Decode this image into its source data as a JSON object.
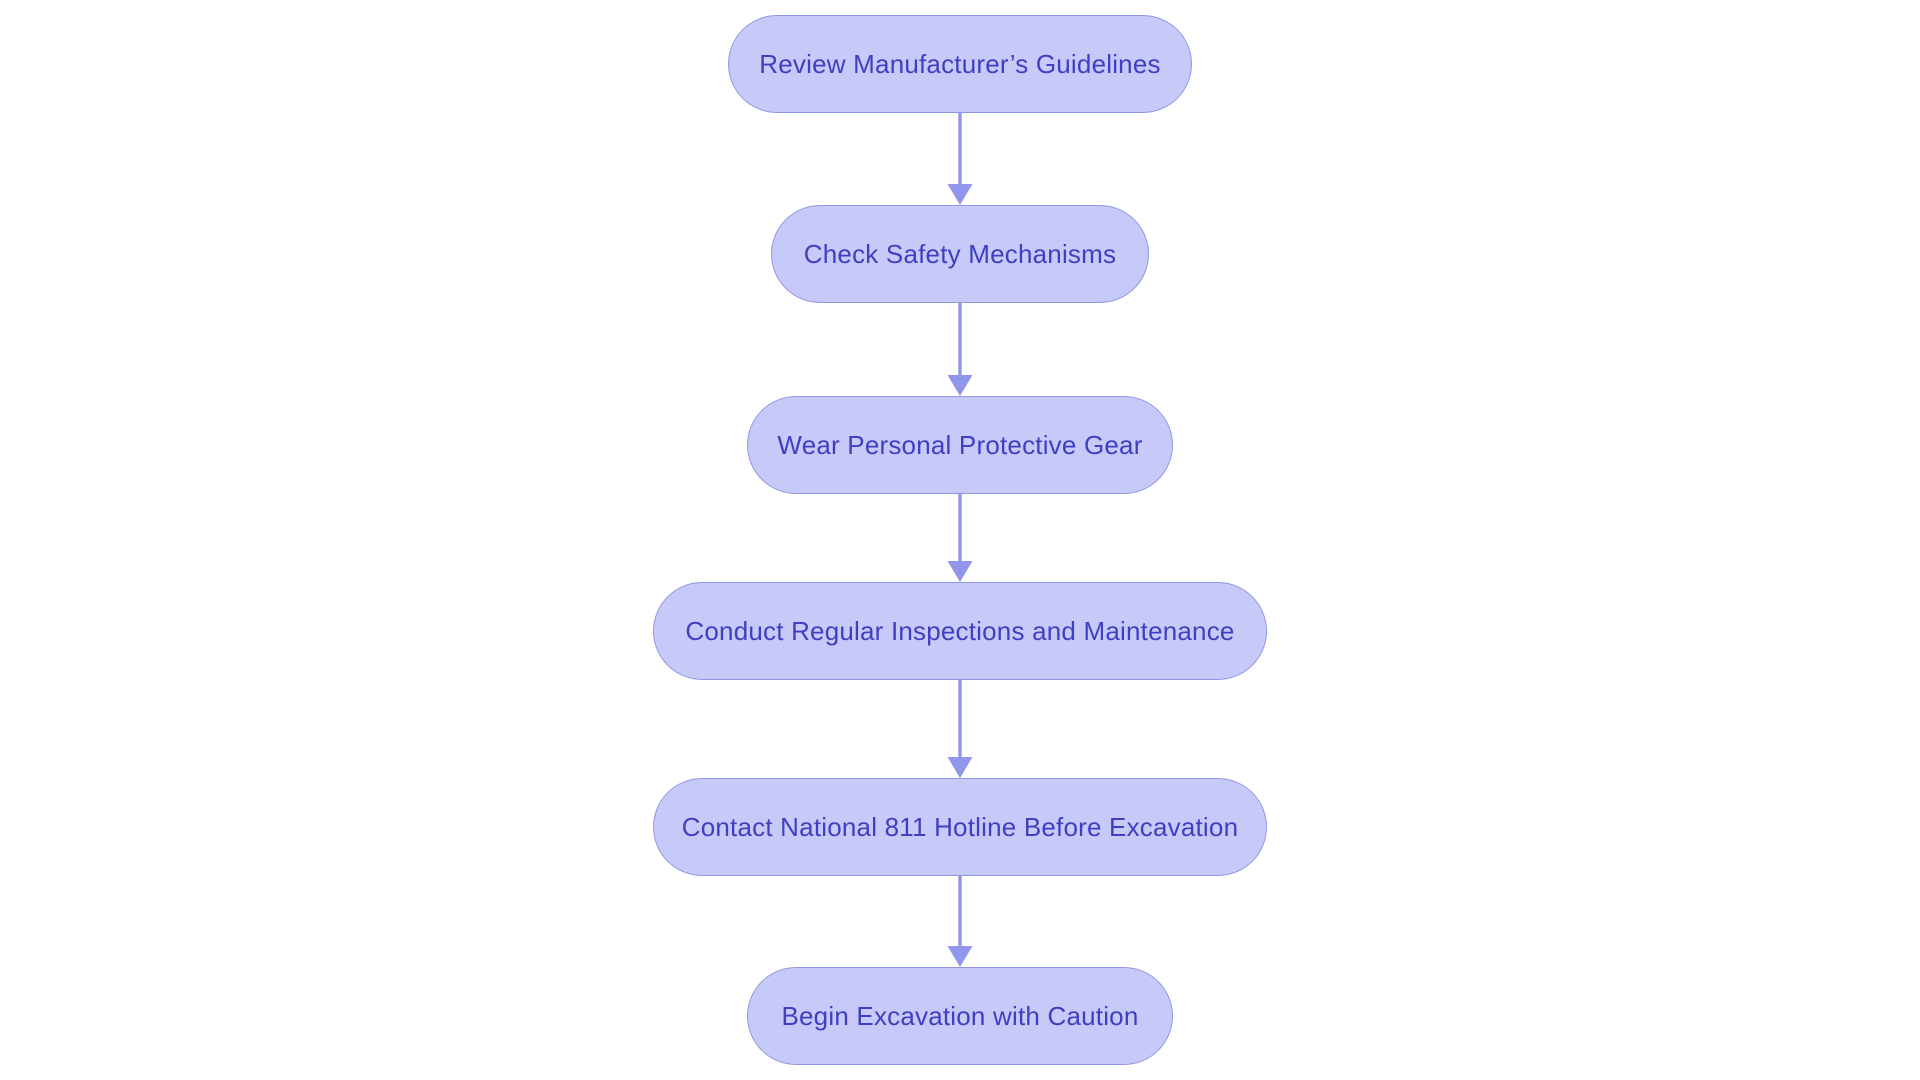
{
  "diagram": {
    "type": "flowchart",
    "direction": "top-down",
    "background": "#ffffff",
    "colors": {
      "canvas_bg": "#ffffff",
      "node_fill": "#c7c9f8",
      "node_border": "#9198e2",
      "node_text": "#3f3fc1",
      "arrow": "#8f96ec"
    },
    "nodes": [
      {
        "id": "n1",
        "label": "Review Manufacturer’s Guidelines"
      },
      {
        "id": "n2",
        "label": "Check Safety Mechanisms"
      },
      {
        "id": "n3",
        "label": "Wear Personal Protective Gear"
      },
      {
        "id": "n4",
        "label": "Conduct Regular Inspections and Maintenance"
      },
      {
        "id": "n5",
        "label": "Contact National 811 Hotline Before Excavation"
      },
      {
        "id": "n6",
        "label": "Begin Excavation with Caution"
      }
    ],
    "connections": [
      {
        "from": "n1",
        "to": "n2"
      },
      {
        "from": "n2",
        "to": "n3"
      },
      {
        "from": "n3",
        "to": "n4"
      },
      {
        "from": "n4",
        "to": "n5"
      },
      {
        "from": "n5",
        "to": "n6"
      }
    ]
  }
}
